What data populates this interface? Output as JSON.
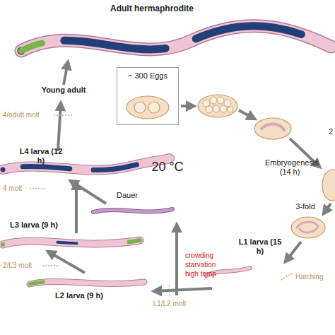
{
  "diagram": {
    "nodes": [
      {
        "text": [
          "~ 300 Eggs"
        ]
      }
    ],
    "labels": [
      "Adult hermaphrodite",
      "Young adult",
      "4/adult molt",
      "L4 larva (12 h)",
      "4 molt",
      "20 °C",
      "Dauer",
      "L3 larva (9 h)",
      "2/L3 molt",
      "L2 larva (9 h)",
      "L1/L2 molt",
      "crowding",
      "starvation",
      "high temp",
      "L1 larva (15 h)",
      "Hatching",
      "3-fold",
      "Embryogenesis (14 h)",
      "2"
    ]
  }
}
